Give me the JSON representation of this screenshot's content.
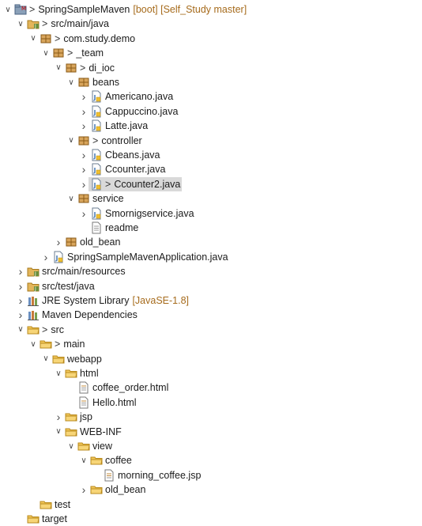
{
  "tree": {
    "rows": [
      {
        "label": "SpringSampleMaven",
        "decor": "[boot] [Self_Study master]",
        "prefix": ">",
        "icon": "project-icon",
        "twisty": "expanded",
        "depth": 0
      },
      {
        "label": "src/main/java",
        "prefix": ">",
        "icon": "source-folder-icon",
        "twisty": "expanded",
        "depth": 1
      },
      {
        "label": "com.study.demo",
        "prefix": ">",
        "icon": "package-icon",
        "twisty": "expanded",
        "depth": 2
      },
      {
        "label": "_team",
        "prefix": ">",
        "icon": "package-icon",
        "twisty": "expanded",
        "depth": 3
      },
      {
        "label": "di_ioc",
        "prefix": ">",
        "icon": "package-icon",
        "twisty": "expanded",
        "depth": 4
      },
      {
        "label": "beans",
        "icon": "package-icon",
        "twisty": "expanded",
        "depth": 5
      },
      {
        "label": "Americano.java",
        "icon": "java-file-icon",
        "twisty": "collapsed",
        "depth": 6
      },
      {
        "label": "Cappuccino.java",
        "icon": "java-file-icon",
        "twisty": "collapsed",
        "depth": 6
      },
      {
        "label": "Latte.java",
        "icon": "java-file-icon",
        "twisty": "collapsed",
        "depth": 6
      },
      {
        "label": "controller",
        "prefix": ">",
        "icon": "package-icon",
        "twisty": "expanded",
        "depth": 5
      },
      {
        "label": "Cbeans.java",
        "icon": "java-file-icon",
        "twisty": "collapsed",
        "depth": 6
      },
      {
        "label": "Ccounter.java",
        "icon": "java-file-icon",
        "twisty": "collapsed",
        "depth": 6
      },
      {
        "label": "Ccounter2.java",
        "prefix": ">",
        "icon": "java-file-icon",
        "twisty": "collapsed",
        "depth": 6,
        "selected": true
      },
      {
        "label": "service",
        "icon": "package-icon",
        "twisty": "expanded",
        "depth": 5
      },
      {
        "label": "Smornigservice.java",
        "icon": "java-file-icon",
        "twisty": "collapsed",
        "depth": 6
      },
      {
        "label": "readme",
        "icon": "text-file-icon",
        "twisty": "none",
        "depth": 6
      },
      {
        "label": "old_bean",
        "icon": "package-icon",
        "twisty": "collapsed",
        "depth": 4
      },
      {
        "label": "SpringSampleMavenApplication.java",
        "icon": "java-file-icon",
        "twisty": "collapsed",
        "depth": 3
      },
      {
        "label": "src/main/resources",
        "icon": "source-folder-icon",
        "twisty": "collapsed",
        "depth": 1
      },
      {
        "label": "src/test/java",
        "icon": "source-folder-icon",
        "twisty": "collapsed",
        "depth": 1
      },
      {
        "label": "JRE System Library",
        "decor": "[JavaSE-1.8]",
        "icon": "library-icon",
        "twisty": "collapsed",
        "depth": 1
      },
      {
        "label": "Maven Dependencies",
        "icon": "library-icon",
        "twisty": "collapsed",
        "depth": 1
      },
      {
        "label": "src",
        "prefix": ">",
        "icon": "folder-icon",
        "twisty": "expanded",
        "depth": 1
      },
      {
        "label": "main",
        "prefix": ">",
        "icon": "folder-icon",
        "twisty": "expanded",
        "depth": 2
      },
      {
        "label": "webapp",
        "icon": "folder-icon",
        "twisty": "expanded",
        "depth": 3
      },
      {
        "label": "html",
        "icon": "folder-icon",
        "twisty": "expanded",
        "depth": 4
      },
      {
        "label": "coffee_order.html",
        "icon": "html-file-icon",
        "twisty": "none",
        "depth": 5
      },
      {
        "label": "Hello.html",
        "icon": "html-file-icon",
        "twisty": "none",
        "depth": 5
      },
      {
        "label": "jsp",
        "icon": "folder-icon",
        "twisty": "collapsed",
        "depth": 4
      },
      {
        "label": "WEB-INF",
        "icon": "folder-icon",
        "twisty": "expanded",
        "depth": 4
      },
      {
        "label": "view",
        "icon": "folder-icon",
        "twisty": "expanded",
        "depth": 5
      },
      {
        "label": "coffee",
        "icon": "folder-icon",
        "twisty": "expanded",
        "depth": 6
      },
      {
        "label": "morning_coffee.jsp",
        "icon": "jsp-file-icon",
        "twisty": "none",
        "depth": 7
      },
      {
        "label": "old_bean",
        "icon": "folder-icon",
        "twisty": "collapsed",
        "depth": 6
      },
      {
        "label": "test",
        "icon": "folder-icon",
        "twisty": "none",
        "depth": 2
      },
      {
        "label": "target",
        "icon": "folder-icon",
        "twisty": "none",
        "depth": 1
      }
    ]
  },
  "colors": {
    "decoration": "#a66b1c",
    "selection": "#d9d9d9",
    "folder": "#e8b84a",
    "package": "#b5772a",
    "java": "#4a7bb7"
  }
}
